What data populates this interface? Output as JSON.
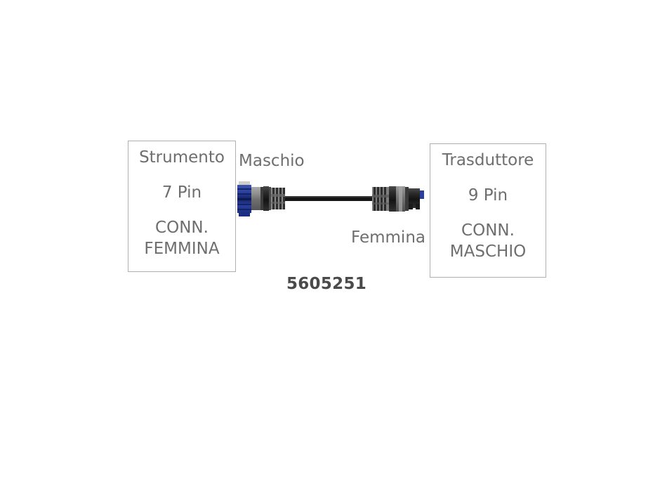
{
  "diagram": {
    "part_number": "5605251",
    "background_color": "#ffffff",
    "text_color": "#6e6e6e",
    "part_number_color": "#4a4a4a",
    "border_color": "#b0b0b0",
    "connector_blue": "#21409a",
    "connector_dark": "#2b2b2b",
    "connector_gray": "#8a8a8a",
    "cable_color": "#161616"
  },
  "instrument_box": {
    "title": "Strumento",
    "pins": "7 Pin",
    "connector_line1": "CONN.",
    "connector_line2": "FEMMINA"
  },
  "transducer_box": {
    "title": "Trasduttore",
    "pins": "9 Pin",
    "connector_line1": "CONN.",
    "connector_line2": "MASCHIO"
  },
  "labels": {
    "left_end": "Maschio",
    "right_end": "Femmina"
  },
  "icons": {
    "left_connector": "male-connector-icon",
    "right_connector": "female-connector-icon",
    "cable": "cable-icon"
  }
}
